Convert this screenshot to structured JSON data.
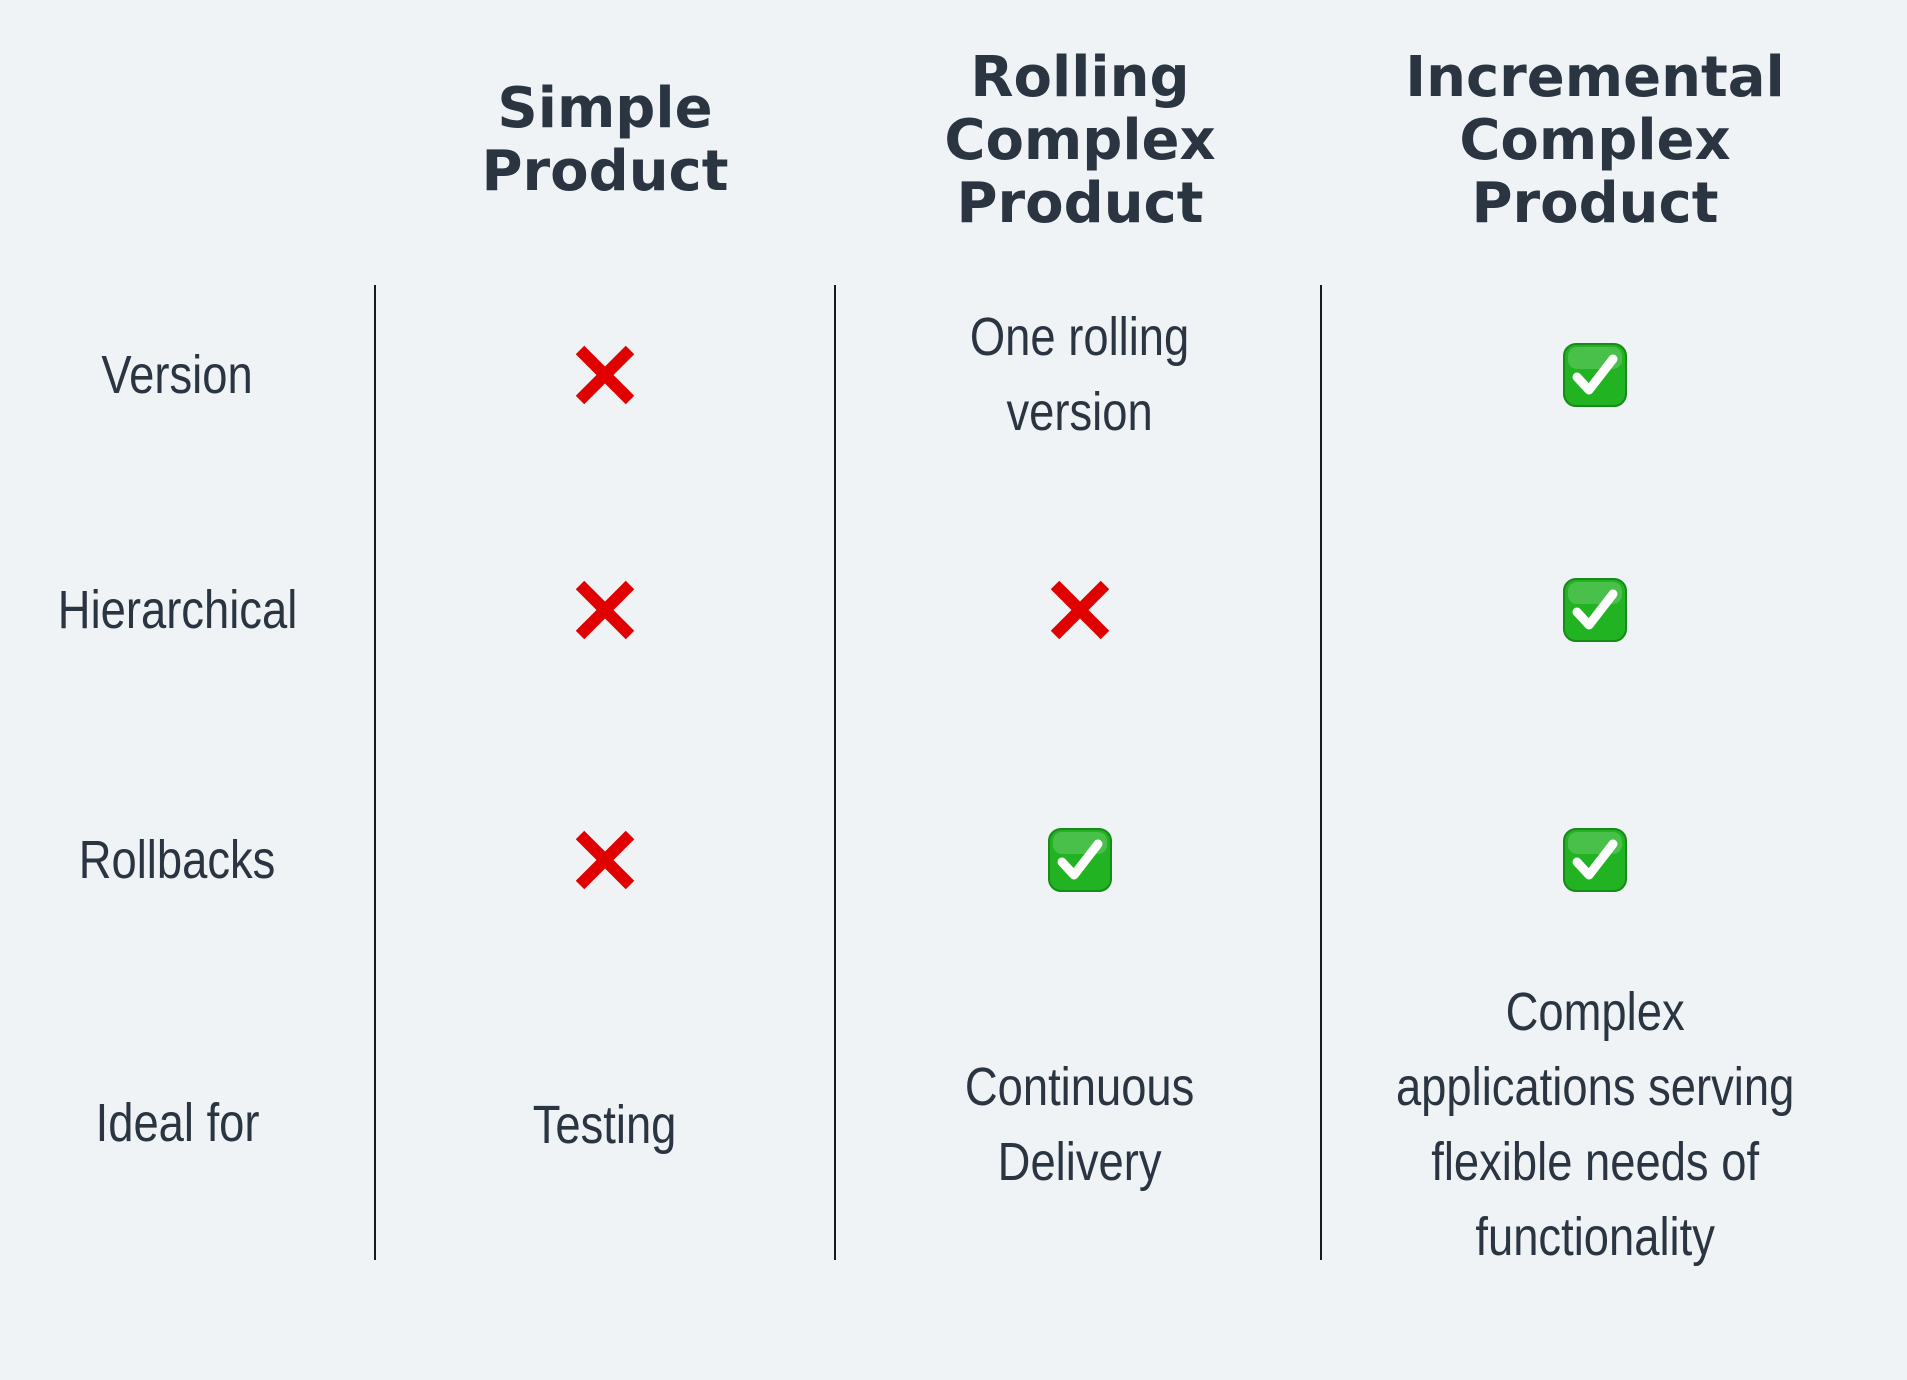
{
  "columns": [
    {
      "label": "Simple\nProduct"
    },
    {
      "label": "Rolling\nComplex\nProduct"
    },
    {
      "label": "Incremental\nComplex\nProduct"
    }
  ],
  "rows": [
    {
      "label": "Version",
      "cells": [
        "cross",
        "One rolling\nversion",
        "check"
      ]
    },
    {
      "label": "Hierarchical",
      "cells": [
        "cross",
        "cross",
        "check"
      ]
    },
    {
      "label": "Rollbacks",
      "cells": [
        "cross",
        "check",
        "check"
      ]
    },
    {
      "label": "Ideal for",
      "cells": [
        "Testing",
        "Continuous\nDelivery",
        "Complex\napplications serving\nflexible needs of\nfunctionality"
      ]
    }
  ],
  "icons": {
    "cross": "cross-mark-icon",
    "check": "check-mark-icon"
  },
  "colors": {
    "background": "#eff3f6",
    "text": "#2b3542",
    "cross": "#e00000",
    "check": "#22b322"
  }
}
